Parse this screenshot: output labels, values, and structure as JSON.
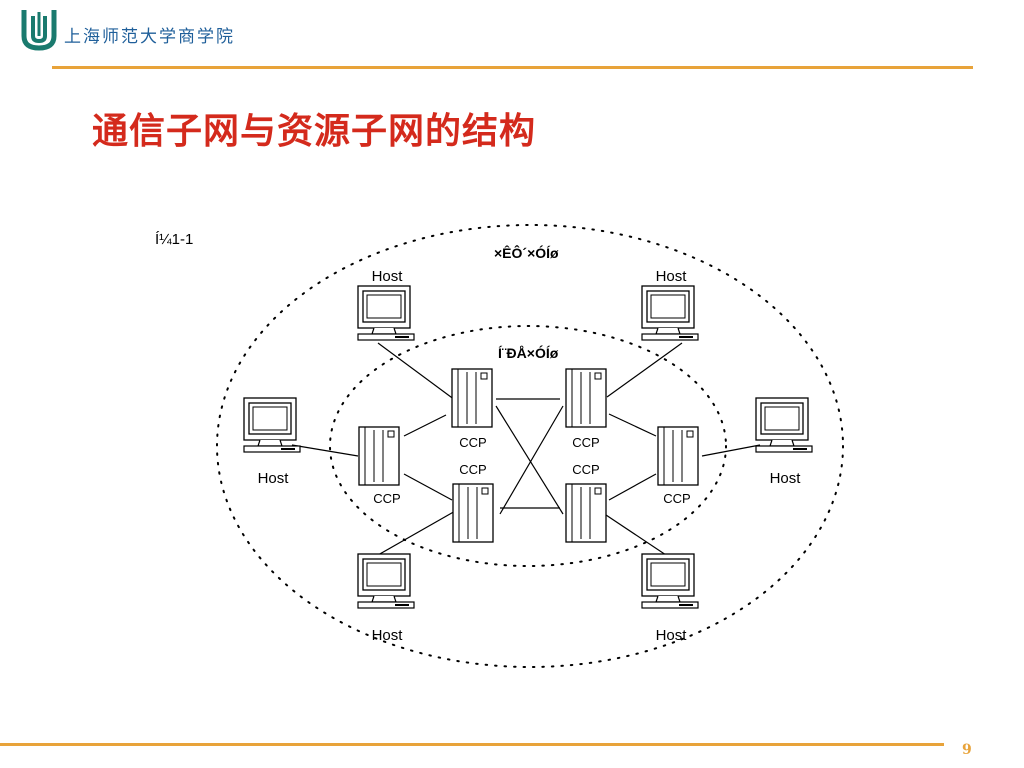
{
  "header": {
    "school_name": "上海师范大学商学院",
    "logo_icon": "university-logo-icon"
  },
  "slide": {
    "title": "通信子网与资源子网的结构",
    "page_number": "9"
  },
  "colors": {
    "accent_rule": "#e8a33a",
    "title": "#d42a1c",
    "school_name": "#1f5f9a",
    "logo": "#1a7a6e"
  },
  "diagram": {
    "figure_label": "Í¼1-1",
    "outer_subnet_label": "×ÊÔ´×ÓÍø",
    "inner_subnet_label": "Í¨ÐÅ×ÓÍø",
    "hosts": [
      {
        "id": "host-top-left",
        "label": "Host"
      },
      {
        "id": "host-top-right",
        "label": "Host"
      },
      {
        "id": "host-left",
        "label": "Host"
      },
      {
        "id": "host-right",
        "label": "Host"
      },
      {
        "id": "host-bottom-left",
        "label": "Host"
      },
      {
        "id": "host-bottom-right",
        "label": "Host"
      }
    ],
    "ccps": [
      {
        "id": "ccp-top-left",
        "label": "CCP"
      },
      {
        "id": "ccp-top-right",
        "label": "CCP"
      },
      {
        "id": "ccp-bottom-left",
        "label": "CCP"
      },
      {
        "id": "ccp-bottom-right",
        "label": "CCP"
      },
      {
        "id": "ccp-left",
        "label": "CCP"
      },
      {
        "id": "ccp-right",
        "label": "CCP"
      }
    ]
  }
}
